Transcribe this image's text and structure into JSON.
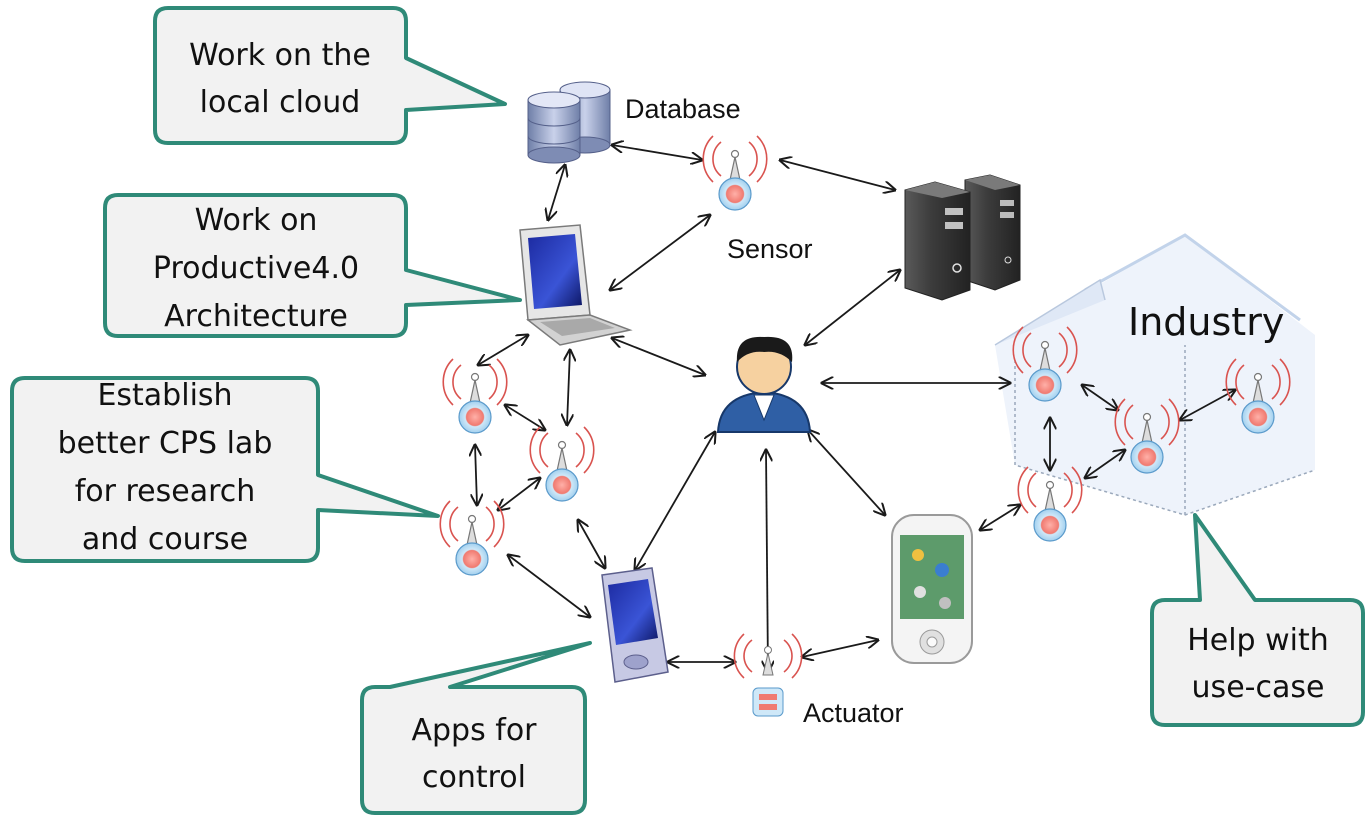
{
  "callouts": {
    "local_cloud": [
      "Work on the",
      "local cloud"
    ],
    "architecture": [
      "Work on",
      "Productive4.0",
      "Architecture"
    ],
    "cps_lab": [
      "Establish",
      "better CPS lab",
      "for research",
      "and course"
    ],
    "apps": [
      "Apps for",
      "control"
    ],
    "use_case": [
      "Help with",
      "use-case"
    ]
  },
  "labels": {
    "database": "Database",
    "sensor": "Sensor",
    "actuator": "Actuator",
    "industry": "Industry"
  },
  "colors": {
    "callout_border": "#2f8a78",
    "callout_fill": "#f2f2f2",
    "arrow": "#1a1a1a",
    "sensor_wave": "#d9534f",
    "sensor_body": "#a8d4f0"
  }
}
